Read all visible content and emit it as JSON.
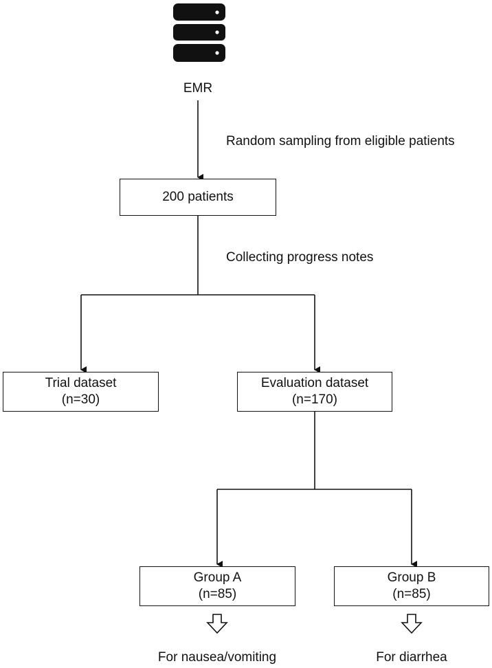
{
  "diagram": {
    "source": {
      "icon": "database-icon",
      "label": "EMR"
    },
    "step_sampling": "Random sampling from eligible patients",
    "patients_box": "200 patients",
    "step_collect": "Collecting progress notes",
    "trial": {
      "title": "Trial dataset",
      "count": "(n=30)"
    },
    "evaluation": {
      "title": "Evaluation dataset",
      "count": "(n=170)"
    },
    "group_a": {
      "title": "Group A",
      "count": "(n=85)",
      "purpose": "For nausea/vomiting"
    },
    "group_b": {
      "title": "Group B",
      "count": "(n=85)",
      "purpose": "For diarrhea"
    }
  }
}
